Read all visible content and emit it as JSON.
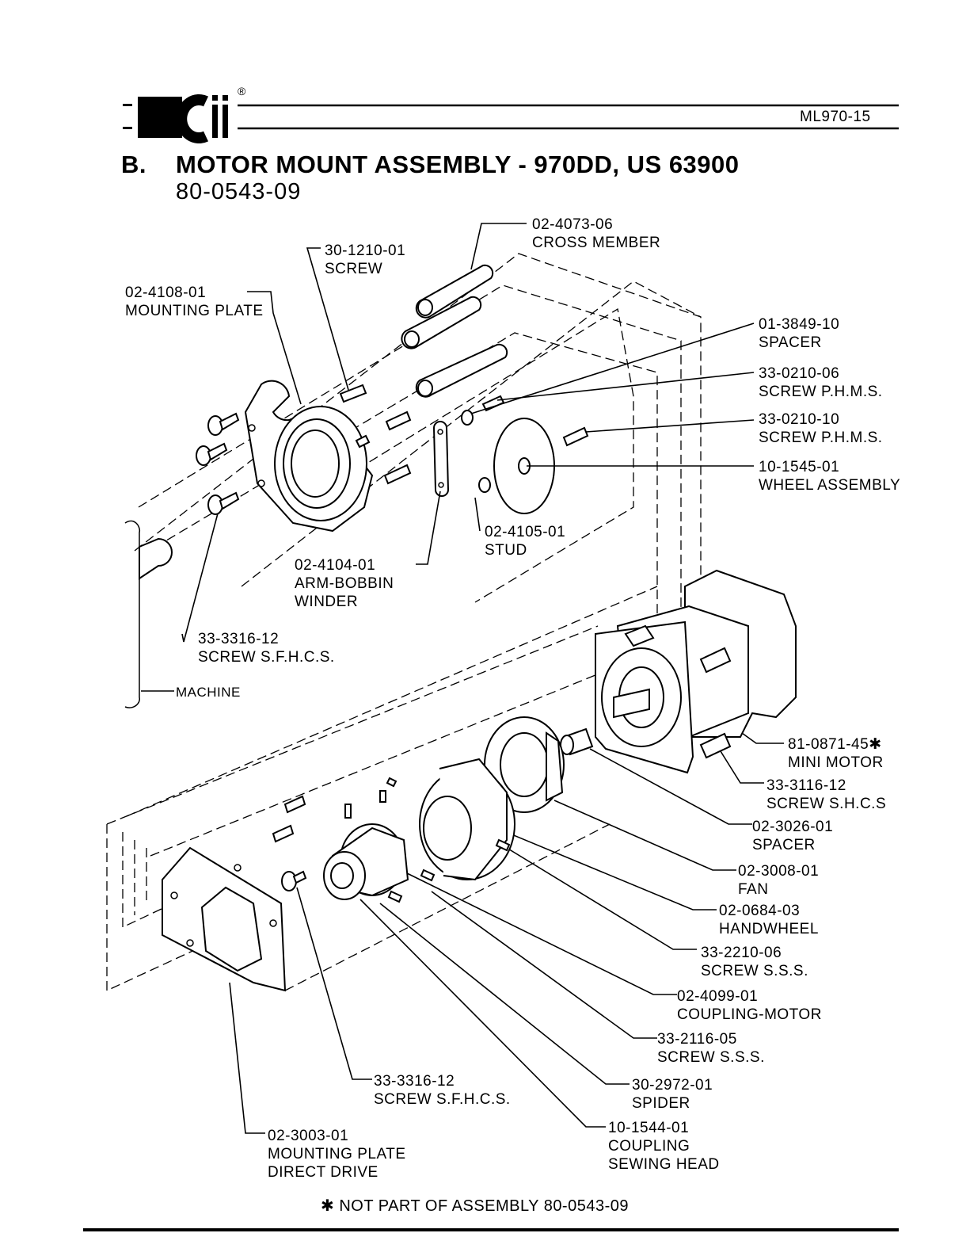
{
  "header": {
    "logo_text": "cii",
    "registered_mark": "®",
    "doc_number": "ML970-15"
  },
  "title": {
    "section": "B.",
    "heading": "MOTOR MOUNT ASSEMBLY - 970DD, US 63900",
    "assembly_number": "80-0543-09"
  },
  "callouts": {
    "cross_member": {
      "part": "02-4073-06",
      "desc": "CROSS MEMBER"
    },
    "screw_top": {
      "part": "30-1210-01",
      "desc": "SCREW"
    },
    "mounting_plate_top": {
      "part": "02-4108-01",
      "desc": "MOUNTING PLATE"
    },
    "spacer_top": {
      "part": "01-3849-10",
      "desc": "SPACER"
    },
    "screw_phms_06": {
      "part": "33-0210-06",
      "desc": "SCREW P.H.M.S."
    },
    "screw_phms_10": {
      "part": "33-0210-10",
      "desc": "SCREW P.H.M.S."
    },
    "wheel_assembly": {
      "part": "10-1545-01",
      "desc": "WHEEL ASSEMBLY"
    },
    "stud": {
      "part": "02-4105-01",
      "desc": "STUD"
    },
    "arm_bobbin": {
      "part": "02-4104-01",
      "desc1": "ARM-BOBBIN",
      "desc2": "WINDER"
    },
    "screw_sfhcs_top": {
      "part": "33-3316-12",
      "desc": "SCREW S.F.H.C.S."
    },
    "machine": {
      "desc": "MACHINE"
    },
    "mini_motor": {
      "part": "81-0871-45",
      "mark": "✱",
      "desc": "MINI MOTOR"
    },
    "screw_shcs": {
      "part": "33-3116-12",
      "desc": "SCREW S.H.C.S"
    },
    "spacer_bottom": {
      "part": "02-3026-01",
      "desc": "SPACER"
    },
    "fan": {
      "part": "02-3008-01",
      "desc": "FAN"
    },
    "handwheel": {
      "part": "02-0684-03",
      "desc": "HANDWHEEL"
    },
    "screw_sss_06": {
      "part": "33-2210-06",
      "desc": "SCREW S.S.S."
    },
    "coupling_motor": {
      "part": "02-4099-01",
      "desc": "COUPLING-MOTOR"
    },
    "screw_sss_05": {
      "part": "33-2116-05",
      "desc": "SCREW S.S.S."
    },
    "spider": {
      "part": "30-2972-01",
      "desc": "SPIDER"
    },
    "screw_sfhcs_bottom": {
      "part": "33-3316-12",
      "desc": "SCREW S.F.H.C.S."
    },
    "coupling_sewing": {
      "part": "10-1544-01",
      "desc1": "COUPLING",
      "desc2": "SEWING HEAD"
    },
    "mounting_plate_bottom": {
      "part": "02-3003-01",
      "desc1": "MOUNTING PLATE",
      "desc2": "DIRECT DRIVE"
    }
  },
  "footnote": {
    "mark": "✱",
    "text": "NOT PART OF ASSEMBLY 80-0543-09"
  }
}
